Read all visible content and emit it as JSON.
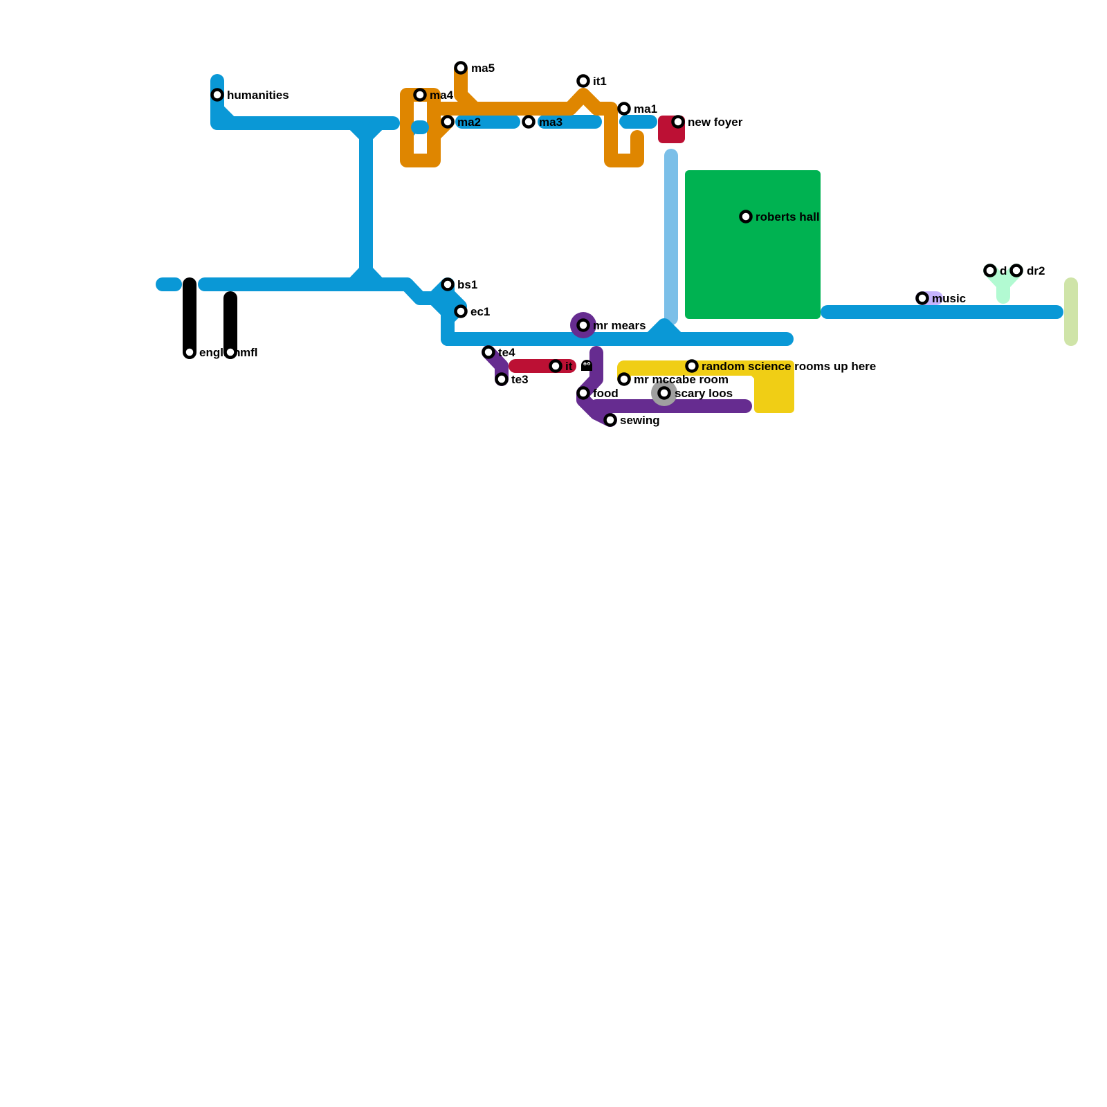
{
  "map_title": "school transit map",
  "colors": {
    "blue": "#0a98d6",
    "orange": "#df8600",
    "crimson": "#bc1034",
    "light_blue": "#7bbfe8",
    "green": "#00b251",
    "purple": "#662c90",
    "yellow": "#f0ce15",
    "black": "#000000",
    "lavender": "#c5b3fc",
    "mint": "#b2fad2",
    "pale_green": "#cfe4a8",
    "grey": "#a0a0a0"
  },
  "stations": [
    {
      "id": "humanities",
      "label": "humanities"
    },
    {
      "id": "ma5",
      "label": "ma5"
    },
    {
      "id": "ma4",
      "label": "ma4"
    },
    {
      "id": "ma2",
      "label": "ma2"
    },
    {
      "id": "ma3",
      "label": "ma3"
    },
    {
      "id": "it1",
      "label": "it1"
    },
    {
      "id": "ma1",
      "label": "ma1"
    },
    {
      "id": "new-foyer",
      "label": "new foyer"
    },
    {
      "id": "roberts-hall",
      "label": "roberts hall"
    },
    {
      "id": "bs1",
      "label": "bs1"
    },
    {
      "id": "ec1",
      "label": "ec1"
    },
    {
      "id": "mr-mears",
      "label": "mr mears"
    },
    {
      "id": "english",
      "label": "english"
    },
    {
      "id": "mfl",
      "label": "mfl"
    },
    {
      "id": "te4",
      "label": "te4"
    },
    {
      "id": "te3",
      "label": "te3"
    },
    {
      "id": "it",
      "label": "it"
    },
    {
      "id": "random-science",
      "label": "random science rooms up here"
    },
    {
      "id": "mr-mccabe",
      "label": "mr mccabe room"
    },
    {
      "id": "scary-loos",
      "label": "scary loos"
    },
    {
      "id": "food",
      "label": "food"
    },
    {
      "id": "sewing",
      "label": "sewing"
    },
    {
      "id": "music",
      "label": "music"
    },
    {
      "id": "dr1",
      "label": "d"
    },
    {
      "id": "dr2",
      "label": "dr2"
    }
  ],
  "icons": {
    "ghost": "ghost-icon"
  }
}
